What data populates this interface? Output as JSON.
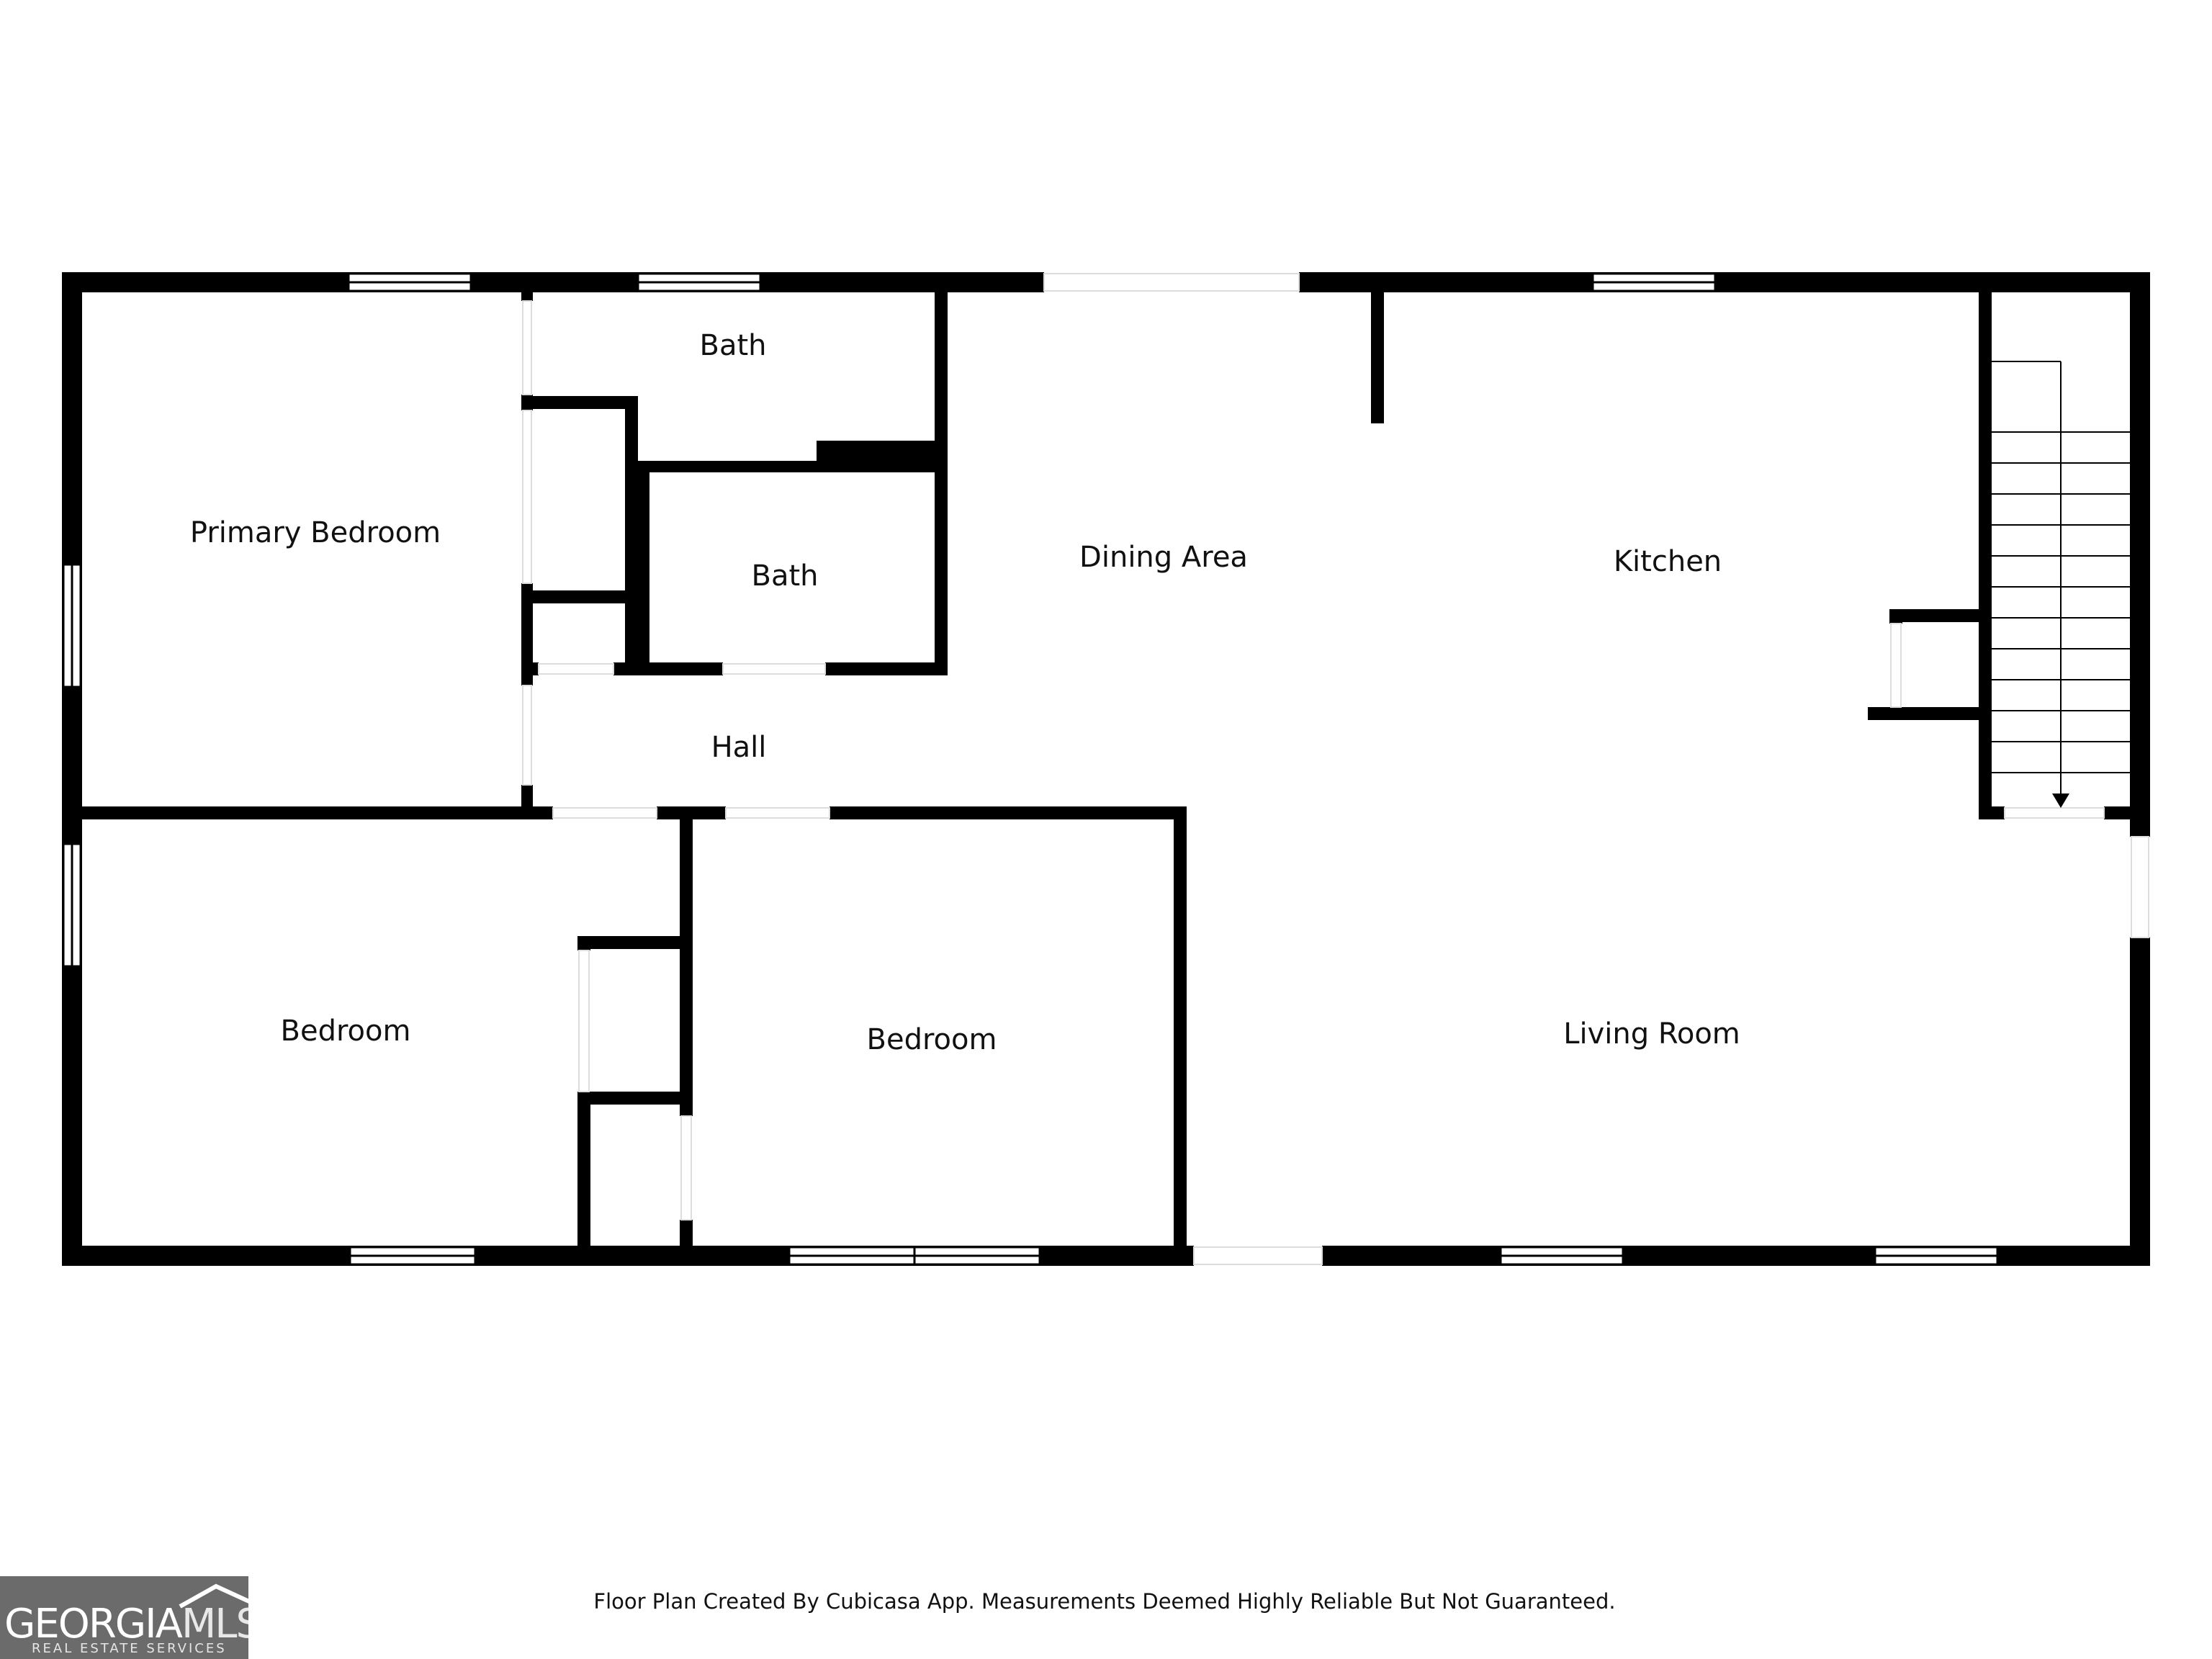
{
  "rooms": {
    "primary_bedroom": "Primary Bedroom",
    "bath_upper": "Bath",
    "bath_lower": "Bath",
    "dining_area": "Dining Area",
    "kitchen": "Kitchen",
    "hall": "Hall",
    "bedroom_left": "Bedroom",
    "bedroom_middle": "Bedroom",
    "living_room": "Living Room"
  },
  "footer": {
    "disclaimer": "Floor Plan Created By Cubicasa App. Measurements Deemed Highly Reliable But Not Guaranteed."
  },
  "logo": {
    "brand_bold": "GEORGIA",
    "brand_thin": "MLS",
    "tagline": "REAL ESTATE SERVICES"
  },
  "colors": {
    "wall": "#000000",
    "background": "#ffffff",
    "logo_background": "#6b6b6b"
  }
}
